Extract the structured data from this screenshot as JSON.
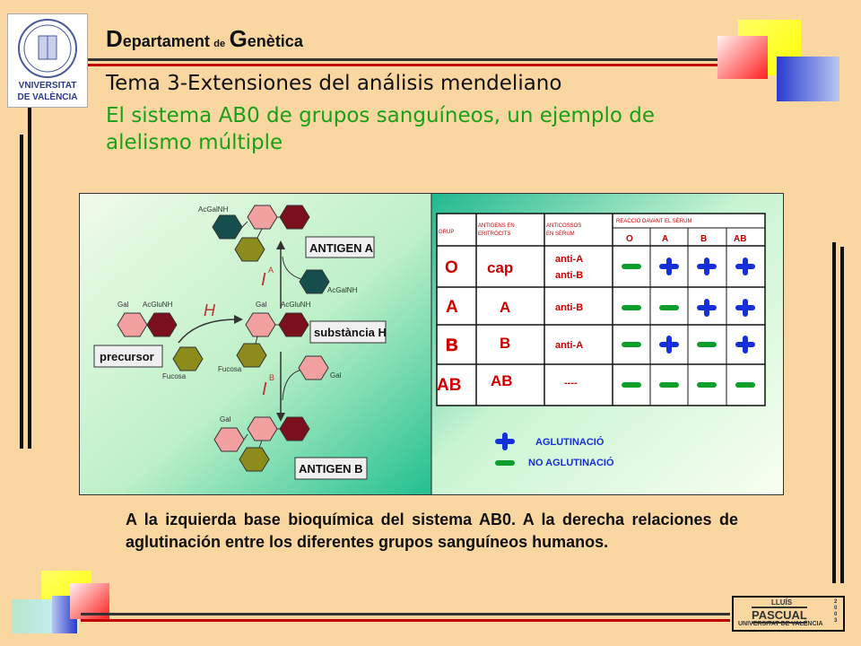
{
  "header": {
    "dept_D": "D",
    "dept_rest1": "epartament",
    "dept_de": "de",
    "dept_G": "G",
    "dept_rest2": "enètica",
    "logo_text1": "VNIVERSITAT",
    "logo_text2": "DE VALÈNCIA"
  },
  "title": "Tema 3-Extensiones del análisis mendeliano",
  "subtitle": "El sistema AB0 de  grupos sanguíneos, un ejemplo de alelismo múltiple",
  "pathway": {
    "acgalnh_top": "AcGalNH",
    "antigen_a": "ANTIGEN A",
    "allele_a": "I",
    "allele_a_sup": "A",
    "acgalnh_side": "AcGalNH",
    "gal_left": "Gal",
    "acglunh_left": "AcGluNH",
    "gal_mid": "Gal",
    "acglunh_mid": "AcGluNH",
    "h_gene": "H",
    "substancia_h": "substància H",
    "precursor": "precursor",
    "fucosa_left": "Fucosa",
    "fucosa_mid": "Fucosa",
    "allele_b": "I",
    "allele_b_sup": "B",
    "gal_side": "Gal",
    "gal_bottom": "Gal",
    "antigen_b": "ANTIGEN B"
  },
  "table": {
    "headers": {
      "grup": "GRUP",
      "antigens": [
        "ANTIGENS EN",
        "ERITRÒCITS"
      ],
      "anticossos": [
        "ANTICOSSOS",
        "EN SÈRUM"
      ],
      "reaccio": "REACCIÓ DAVANT EL SÈRUM",
      "serum_cols": [
        "O",
        "A",
        "B",
        "AB"
      ]
    },
    "rows": [
      {
        "grup": "O",
        "antigens": "cap",
        "anticossos": [
          "anti-A",
          "anti-B"
        ],
        "reactions": [
          false,
          true,
          true,
          true
        ]
      },
      {
        "grup": "A",
        "antigens": "A",
        "anticossos": [
          "anti-B"
        ],
        "reactions": [
          false,
          false,
          true,
          true
        ]
      },
      {
        "grup": "B",
        "antigens": "B",
        "anticossos": [
          "anti-A"
        ],
        "reactions": [
          false,
          true,
          false,
          true
        ]
      },
      {
        "grup": "AB",
        "antigens": "AB",
        "anticossos": [
          "----"
        ],
        "reactions": [
          false,
          false,
          false,
          false
        ]
      }
    ],
    "legend_agglutination": "AGLUTINACIÓ",
    "legend_no_agglutination": "NO AGLUTINACIÓ"
  },
  "caption": "A la izquierda base bioquímica del sistema AB0. A la derecha relaciones de aglutinación entre los diferentes grupos sanguíneos humanos.",
  "footer": {
    "line1": "LLUÍS",
    "line2": "PASCUAL",
    "line3": "UNIVERSITAT DE VALÈNCIA",
    "year_digits": [
      "2",
      "0",
      "0",
      "3"
    ]
  },
  "colors": {
    "background": "#fad7a0",
    "title_green": "#18a018",
    "accent_red": "#c00000",
    "teal_hex": "#164e4e",
    "pink_hex": "#f3a0a0",
    "maroon_hex": "#7a0f1e",
    "olive_hex": "#8c8c1c",
    "plus_blue": "#1530d8",
    "minus_green": "#0e9e2a"
  }
}
